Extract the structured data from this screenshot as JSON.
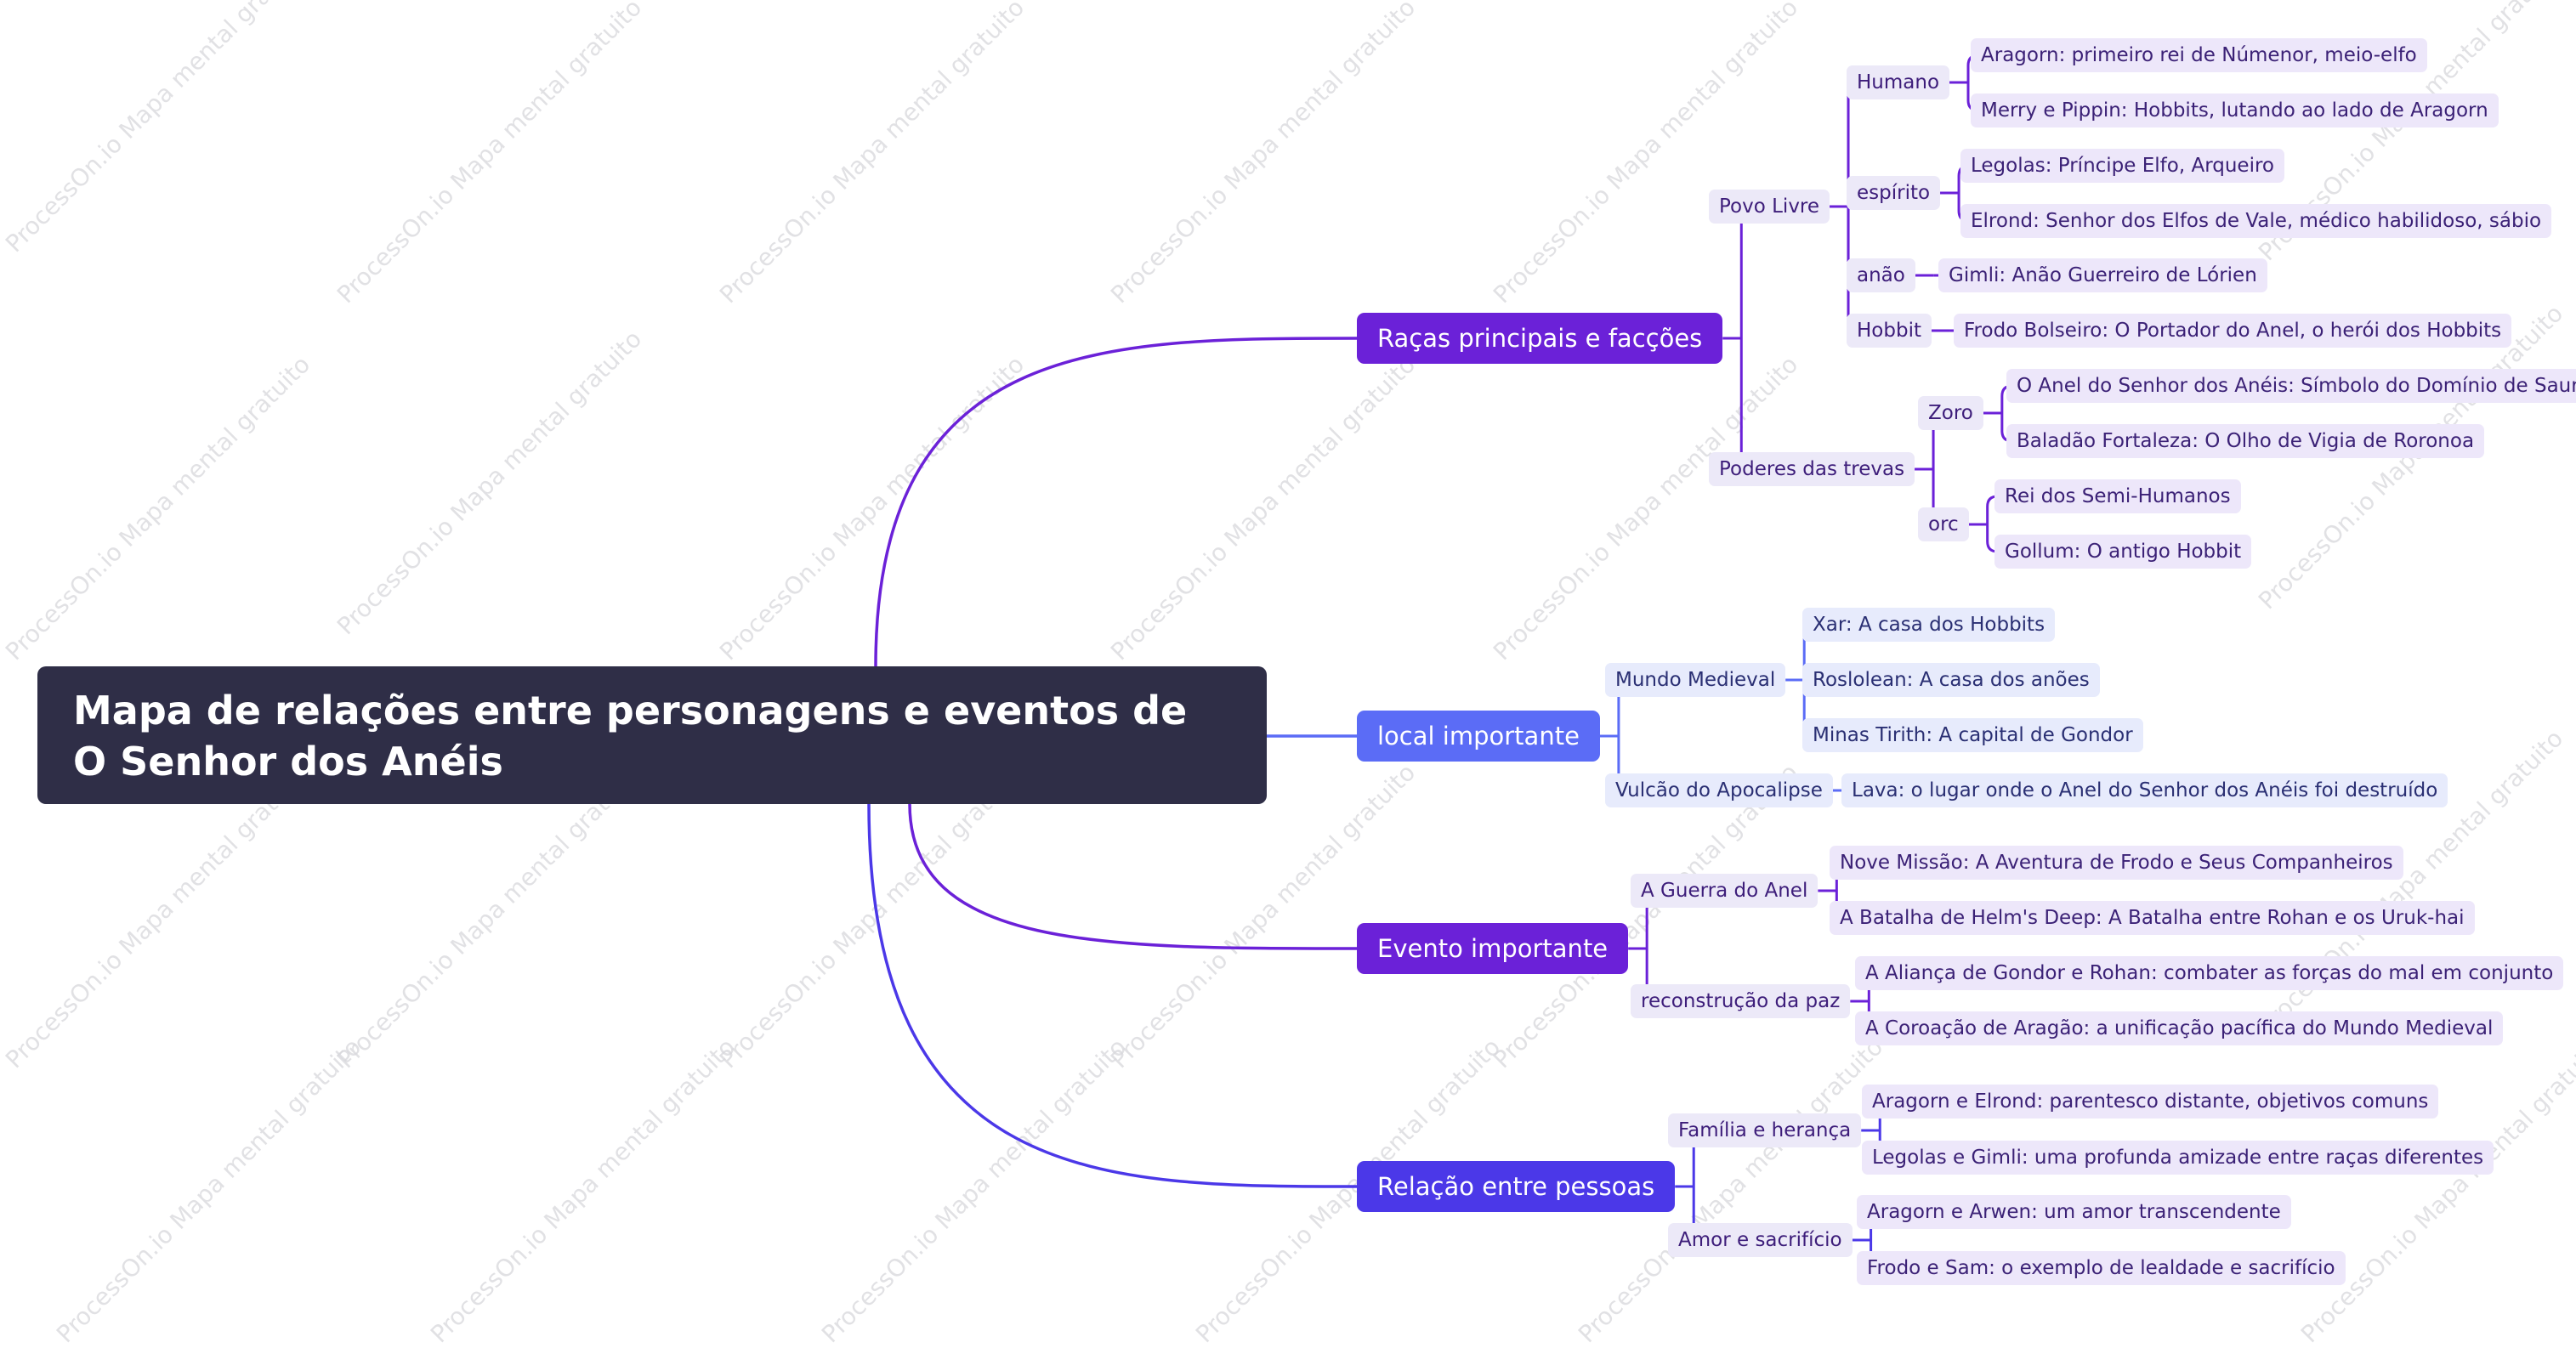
{
  "root": {
    "title": "Mapa de relações entre personagens e eventos de O Senhor dos Anéis"
  },
  "watermark": "ProcessOn.io Mapa mental gratuito",
  "colors": {
    "root": "#2f2e47",
    "purple": "#6b21d8",
    "blue": "#5b6cf6",
    "indigo": "#4b38e8",
    "leaf_bg": "#ede7fa"
  },
  "branches": [
    {
      "label": "Raças principais e facções",
      "color": "purple",
      "children": [
        {
          "label": "Povo Livre",
          "children": [
            {
              "label": "Humano",
              "children": [
                "Aragorn: primeiro rei de Númenor, meio-elfo",
                "Merry e Pippin: Hobbits, lutando ao lado de Aragorn"
              ]
            },
            {
              "label": "espírito",
              "children": [
                "Legolas: Príncipe Elfo, Arqueiro",
                "Elrond: Senhor dos Elfos de Vale, médico habilidoso, sábio"
              ]
            },
            {
              "label": "anão",
              "children": [
                "Gimli: Anão Guerreiro de Lórien"
              ]
            },
            {
              "label": "Hobbit",
              "children": [
                "Frodo Bolseiro: O Portador do Anel, o herói dos Hobbits"
              ]
            }
          ]
        },
        {
          "label": "Poderes das trevas",
          "children": [
            {
              "label": "Zoro",
              "children": [
                "O Anel do Senhor dos Anéis: Símbolo do Domínio de Sauron",
                "Baladão Fortaleza: O Olho de Vigia de Roronoa"
              ]
            },
            {
              "label": "orc",
              "children": [
                "Rei dos Semi-Humanos",
                "Gollum: O antigo Hobbit"
              ]
            }
          ]
        }
      ]
    },
    {
      "label": "local importante",
      "color": "blue",
      "children": [
        {
          "label": "Mundo Medieval",
          "children": [
            "Xar: A casa dos Hobbits",
            "Roslolean: A casa dos anões",
            "Minas Tirith: A capital de Gondor"
          ]
        },
        {
          "label": "Vulcão do Apocalipse",
          "children": [
            "Lava: o lugar onde o Anel do Senhor dos Anéis foi destruído"
          ]
        }
      ]
    },
    {
      "label": "Evento importante",
      "color": "purple",
      "children": [
        {
          "label": "A Guerra do Anel",
          "children": [
            "Nove Missão: A Aventura de Frodo e Seus Companheiros",
            "A Batalha de Helm's Deep: A Batalha entre Rohan e os Uruk-hai"
          ]
        },
        {
          "label": "reconstrução da paz",
          "children": [
            "A Aliança de Gondor e Rohan: combater as forças do mal em conjunto",
            "A Coroação de Aragão: a unificação pacífica do Mundo Medieval"
          ]
        }
      ]
    },
    {
      "label": "Relação entre pessoas",
      "color": "indigo",
      "children": [
        {
          "label": "Família e herança",
          "children": [
            "Aragorn e Elrond: parentesco distante, objetivos comuns",
            "Legolas e Gimli: uma profunda amizade entre raças diferentes"
          ]
        },
        {
          "label": "Amor e sacrifício",
          "children": [
            "Aragorn e Arwen: um amor transcendente",
            "Frodo e Sam: o exemplo de lealdade e sacrifício"
          ]
        }
      ]
    }
  ]
}
